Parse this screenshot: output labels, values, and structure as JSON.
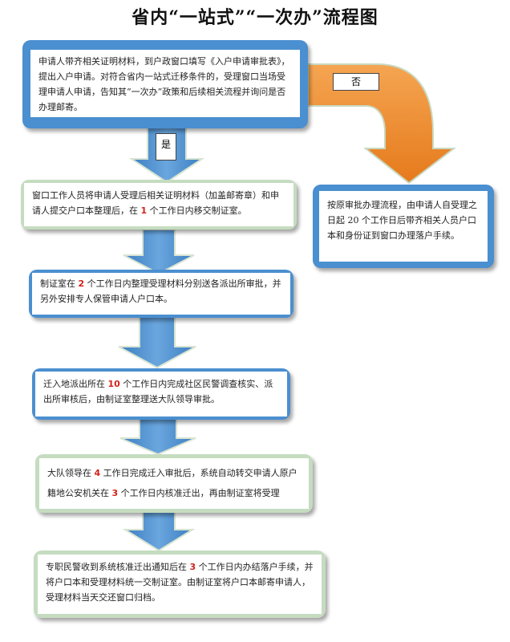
{
  "title": "省内“一站式”“一次办”流程图",
  "decision": {
    "yes_label": "是",
    "no_label": "否"
  },
  "steps": [
    {
      "text": "申请人带齐相关证明材料，到户政窗口填写《入户申请审批表》，提出入户申请。对符合省内一站式迁移条件的，受理窗口当场受理申请人申请，告知其“一次办”政策和后续相关流程并询问是否办理邮寄。"
    },
    {
      "pre": "窗口工作人员将申请人受理后相关证明材料（加盖邮寄章）和申请人提交户口本整理后，在 ",
      "num": "1",
      "post": " 个工作日内移交制证室。"
    },
    {
      "pre": "制证室在 ",
      "num": "2",
      "post": " 个工作日内整理受理材料分别送各派出所审批，并另外安排专人保管申请人户口本。"
    },
    {
      "pre": "迁入地派出所在 ",
      "num": "10",
      "post": " 个工作日内完成社区民警调查核实、派出所审核后，由制证室整理送大队领导审批。"
    },
    {
      "pre": "大队领导在 ",
      "num": "4",
      "mid": " 工作日完成迁入审批后，系统自动转交申请人原户籍地公安机关在 ",
      "num2": "3",
      "post": " 个工作日内核准迁出，再由制证室将受理"
    },
    {
      "pre": "专职民警收到系统核准迁出通知后在 ",
      "num": "3",
      "post": " 个工作日内办结落户手续，并将户口本和受理材料统一交制证室。由制证室将户口本邮寄申请人，受理材料当天交还窗口归档。"
    }
  ],
  "alt_step": {
    "text": "按原审批办理流程，由申请人自受理之日起 20 个工作日后带齐相关人员户口本和身份证到窗口办理落户手续。"
  },
  "colors": {
    "blue": "#4a8fd0",
    "orange": "#f08c2e",
    "green_border": "#c5dcc0",
    "highlight": "#d2221a"
  }
}
